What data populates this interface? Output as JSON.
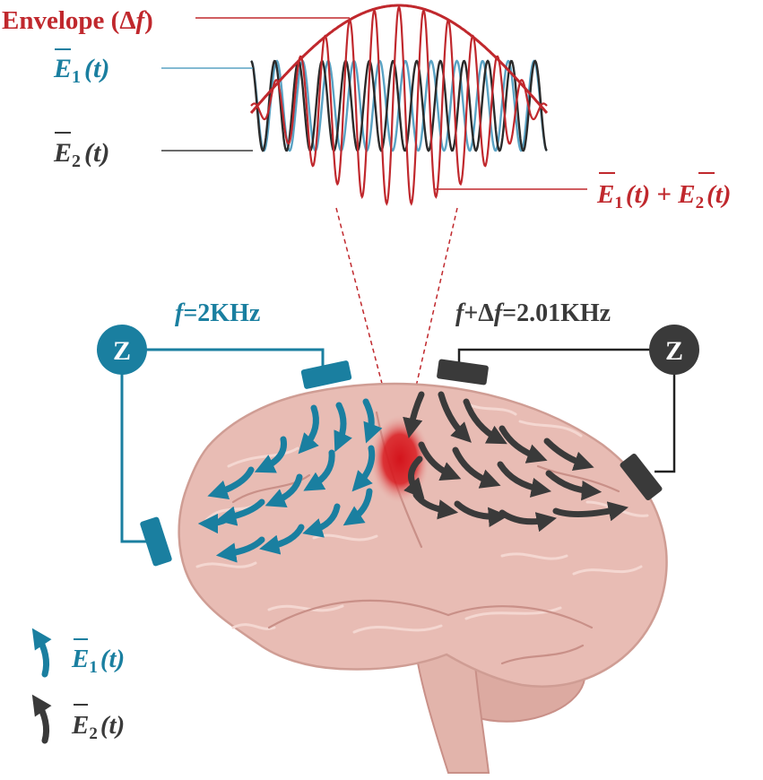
{
  "colors": {
    "red": "#c0282d",
    "blue": "#1a7fa0",
    "light_blue": "#5aa3c4",
    "dark": "#3a3a3a",
    "brain": "#e8bcb4",
    "brain_edge": "#cf9d94"
  },
  "labels": {
    "envelope": {
      "word": "Envelope (",
      "sym": "Δ",
      "var": "f",
      "close": ")"
    },
    "e1": {
      "var": "E",
      "sub": "1",
      "arg": "(t)"
    },
    "e2": {
      "var": "E",
      "sub": "2",
      "arg": "(t)"
    },
    "sum": {
      "a_var": "E",
      "a_sub": "1",
      "a_arg": "(t)",
      "plus": " + ",
      "b_var": "E",
      "b_sub": "2",
      "b_arg": "(t)"
    },
    "freq_left": {
      "var": "f",
      "rest": "=2KHz"
    },
    "freq_right": {
      "var1": "f",
      "plus": "+Δ",
      "var2": "f",
      "rest": "=2.01KHz"
    },
    "z_left": "Z",
    "z_right": "Z",
    "legend_e1": {
      "var": "E",
      "sub": "1",
      "arg": "(t)"
    },
    "legend_e2": {
      "var": "E",
      "sub": "2",
      "arg": "(t)"
    }
  },
  "icons": {
    "impedance_left": "impedance-circle-icon",
    "impedance_right": "impedance-circle-icon",
    "legend_blue_arrow": "curved-arrow-icon",
    "legend_dark_arrow": "curved-arrow-icon"
  }
}
